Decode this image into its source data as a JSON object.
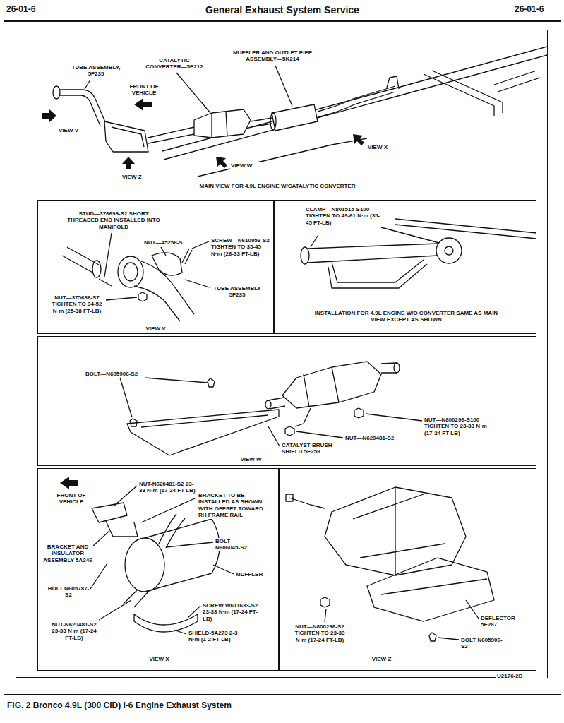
{
  "diagram": {
    "title": "General Exhaust System Service",
    "caption": "FIG. 2 Bronco 4.9L (300 CID) I-6 Engine Exhaust System",
    "nodes": [
      {
        "text": [
          "MAIN VIEW FOR 4.9L ENGINE W/CATALYTIC CONVERTER"
        ]
      },
      {
        "text": [
          "VIEW V"
        ],
        "in": 0
      },
      {
        "text": [
          "INSTALLATION FOR 4.9L ENGINE W/O CONVERTER SAME AS MAIN VIEW EXCEPT AS SHOWN"
        ],
        "in": 0
      },
      {
        "text": [
          "VIEW W"
        ],
        "in": 0
      },
      {
        "text": [
          "VIEW X"
        ],
        "in": 0
      },
      {
        "text": [
          "VIEW Z"
        ],
        "in": 0
      }
    ],
    "labels": [
      "26-01-6",
      "26-01-6",
      "TUBE ASSEMBLY, 5F235",
      "CATALYTIC CONVERTER—5E212",
      "MUFFLER AND OUTLET PIPE ASSEMBLY—5K214",
      "FRONT OF VEHICLE",
      "VIEW V",
      "VIEW Z",
      "VIEW W",
      "VIEW X",
      "STUD—376699-S2 SHORT THREADED END INSTALLED INTO MANIFOLD",
      "NUT—45258-S",
      "SCREW—N610959-S2 TIGHTEN TO 35-45 N·m (26-33 FT-LB)",
      "TUBE ASSEMBLY 5F235",
      "NUT—375636-S7 TIGHTEN TO 34-52 N·m (25-38 FT-LB)",
      "CLAMP—N801515-S100 TIGHTEN TO 49-61 N·m (35-45 FT-LB)",
      "BOLT—N605906-S2",
      "NUT—N800296-S100 TIGHTEN TO 23-33 N·m (17-24 FT-LB)",
      "NUT—N620481-S2",
      "CATALYST BRUSH SHIELD 5E258",
      "FRONT OF VEHICLE",
      "NUT-N620481-S2 23-33 N·m (17-24 FT-LB)",
      "BRACKET TO BE INSTALLED AS SHOWN WITH OFFSET TOWARD RH FRAME RAIL",
      "BRACKET AND INSULATOR ASSEMBLY 5A246",
      "BOLT N606045-S2",
      "MUFFLER",
      "BOLT N605787-S2",
      "SCREW W611633-S2 23-33 N·m (17-24 FT-LB)",
      "NUT-N620481-S2 23-33 N·m (17-24 FT-LB)",
      "SHIELD-5A273 2-3 N·m (1-2 FT-LB)",
      "DEFLECTOR 5E287",
      "NUT—N800296-S2 TIGHTEN TO 23-33 N·m (17-24 FT-LB)",
      "BOLT N605906-S2",
      "U2176-2B"
    ]
  }
}
